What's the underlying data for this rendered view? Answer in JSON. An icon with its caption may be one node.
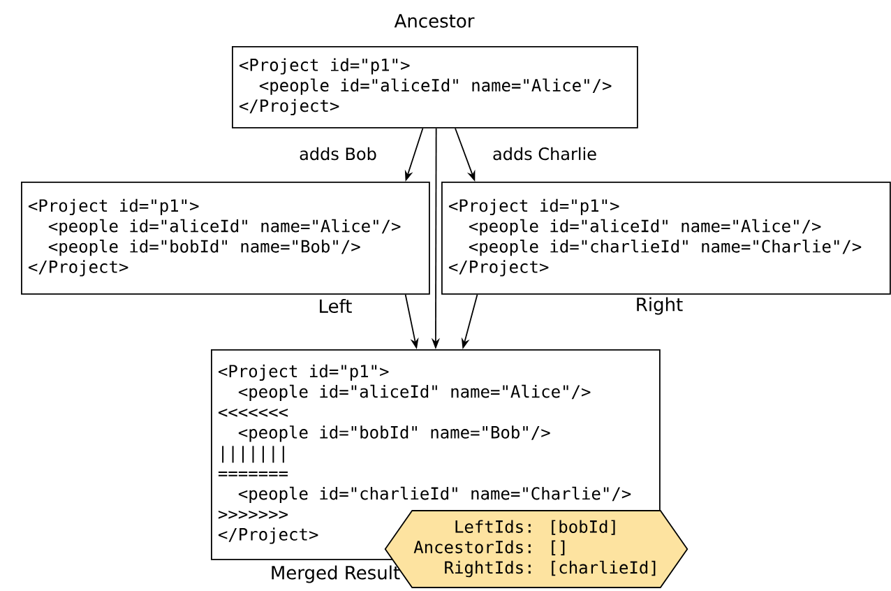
{
  "diagram": {
    "nodes": [
      {
        "text": [
          "<Project id=\"p1\">",
          "<people id=\"aliceId\" name=\"Alice\"/>",
          "</Project>"
        ],
        "beside": [
          "Ancestor"
        ]
      },
      {
        "text": [
          "<Project id=\"p1\">",
          "<people id=\"aliceId\" name=\"Alice\"/>",
          "<people id=\"bobId\" name=\"Bob\"/>",
          "</Project>"
        ],
        "beside": [
          "Left"
        ]
      },
      {
        "text": [
          "<Project id=\"p1\">",
          "<people id=\"aliceId\" name=\"Alice\"/>",
          "<people id=\"charlieId\" name=\"Charlie\"/>",
          "</Project>"
        ],
        "beside": [
          "Right"
        ]
      },
      {
        "text": [
          "<Project id=\"p1\">",
          "<people id=\"aliceId\" name=\"Alice\"/>",
          "<<<<<<<",
          "<people id=\"bobId\" name=\"Bob\"/>",
          "|||||||",
          "=======",
          "<people id=\"charlieId\" name=\"Charlie\"/>",
          ">>>>>>>",
          "</Project>"
        ],
        "beside": [
          "Merged Result"
        ]
      },
      {
        "text": [
          "LeftIds: [bobId]",
          "AncestorIds: []",
          "RightIds: [charlieId]"
        ]
      }
    ],
    "edges": [
      {
        "from": 0,
        "to": 1,
        "arrow": "to",
        "label": "adds Bob"
      },
      {
        "from": 0,
        "to": 2,
        "arrow": "to",
        "label": "adds Charlie"
      },
      {
        "from": 0,
        "to": 3,
        "arrow": "to"
      },
      {
        "from": 1,
        "to": 3,
        "arrow": "to"
      },
      {
        "from": 2,
        "to": 3,
        "arrow": "to"
      }
    ]
  }
}
